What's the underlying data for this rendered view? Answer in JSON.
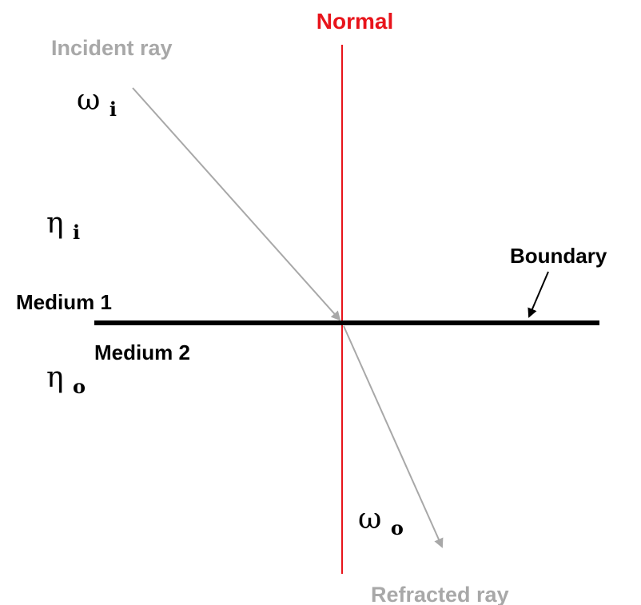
{
  "labels": {
    "normal": "Normal",
    "incident_ray": "Incident ray",
    "refracted_ray": "Refracted ray",
    "boundary": "Boundary",
    "medium_1": "Medium 1",
    "medium_2": "Medium 2"
  },
  "symbols": {
    "omega_i_base": "ω",
    "omega_i_sub": "i",
    "eta_i_base": "η",
    "eta_i_sub": "i",
    "eta_o_base": "η",
    "eta_o_sub": "o",
    "omega_o_base": "ω",
    "omega_o_sub": "o"
  },
  "colors": {
    "normal_line": "#e8141b",
    "normal_text": "#e8141b",
    "ray_line": "#a8a8a8",
    "ray_text": "#a8a8a8",
    "boundary_line": "#000000",
    "text": "#000000"
  }
}
